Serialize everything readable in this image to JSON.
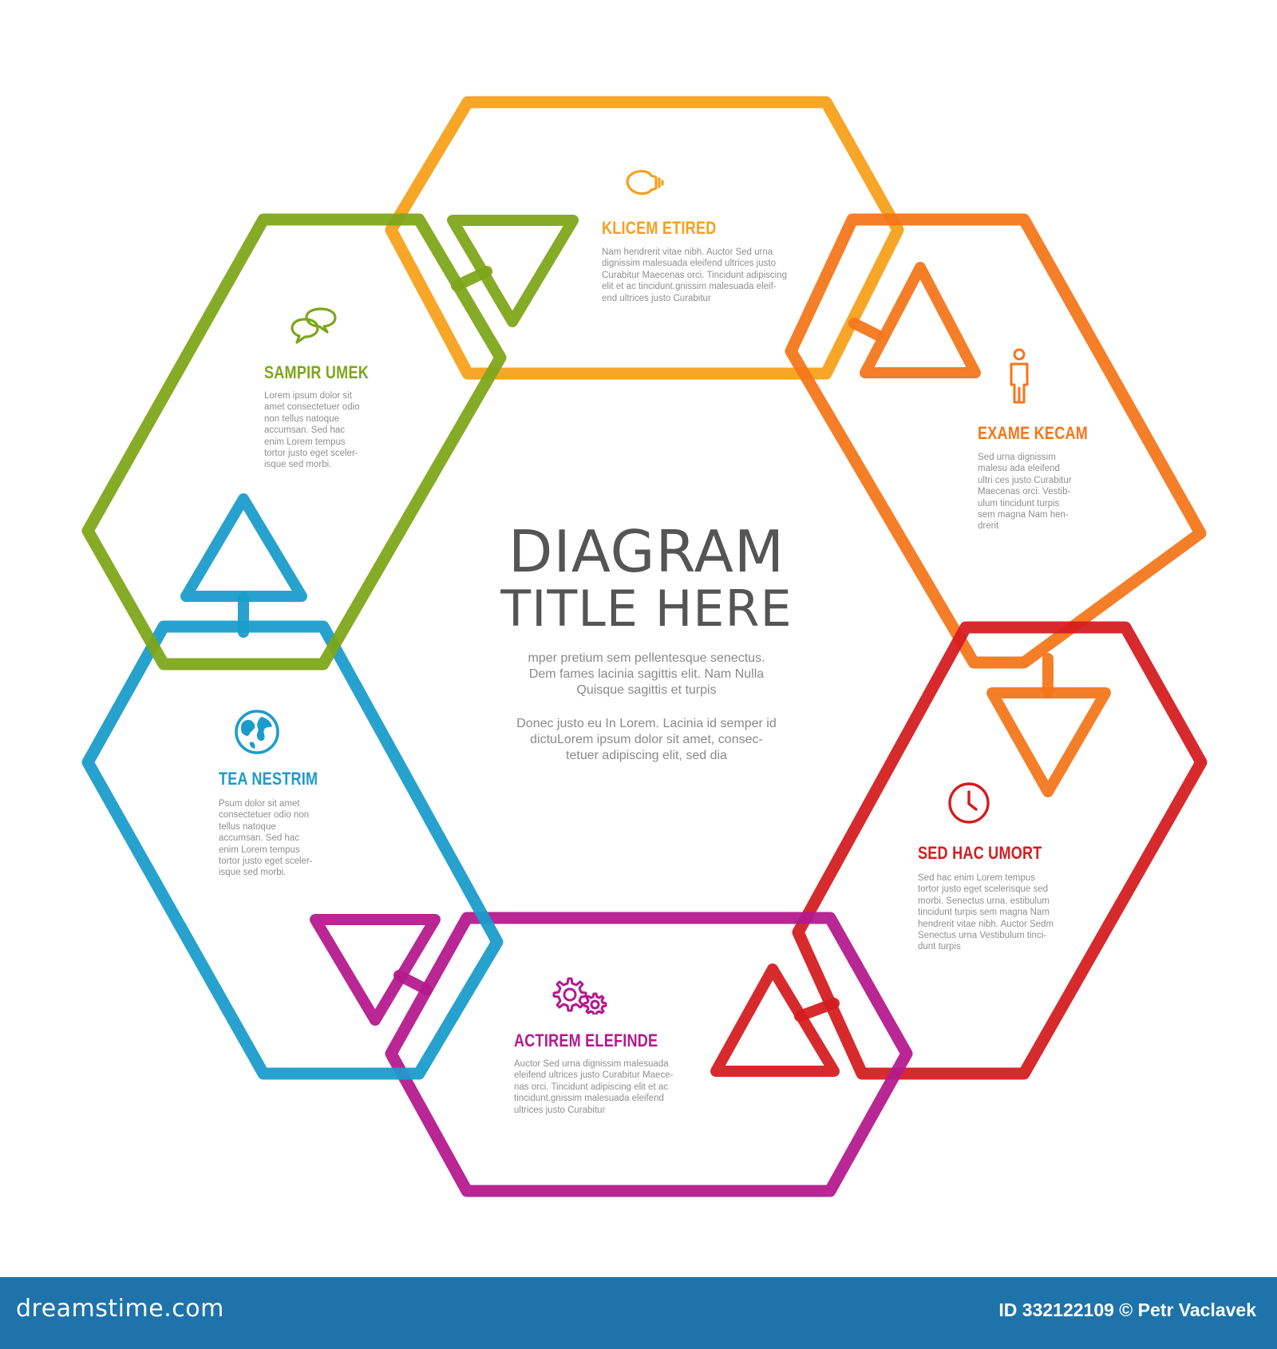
{
  "center": {
    "title_line1": "DIAGRAM",
    "title_line2": "TITLE HERE",
    "paragraph1_line1": "mper pretium sem pellentesque senectus.",
    "paragraph1_line2": "Dem fames lacinia sagittis elit. Nam Nulla",
    "paragraph1_line3": "Quisque sagittis et turpis",
    "paragraph2_line1": "Donec justo eu In Lorem. Lacinia id semper id",
    "paragraph2_line2": "dictuLorem ipsum dolor sit amet, consec-",
    "paragraph2_line3": "tetuer adipiscing elit, sed dia"
  },
  "steps": [
    {
      "title": "KLICEM ETIRED",
      "color": "#f7a01a",
      "icon": "lightbulb-icon",
      "desc": [
        "Nam hendrerit vitae nibh. Auctor Sed urna",
        "dignissim malesuada eleifend ultrices justo",
        "Curabitur Maecenas orci. Tincidunt adipiscing",
        "elit et ac tincidunt.gnissim malesuada eleif-",
        "end ultrices justo Curabitur"
      ]
    },
    {
      "title": "EXAME KECAM",
      "color": "#f4761b",
      "icon": "person-icon",
      "desc": [
        "Sed urna dignissim",
        "malesu ada eleifend",
        "ultri ces justo Curabitur",
        "Maecenas orci. Vestib-",
        "ulum tincidunt turpis",
        "sem magna Nam hen-",
        "drerit"
      ]
    },
    {
      "title": "SED HAC UMORT",
      "color": "#d41d20",
      "icon": "clock-icon",
      "desc": [
        "Sed hac enim Lorem tempus",
        "tortor justo eget scelerisque sed",
        "morbi. Senectus urna. estibulum",
        "tincidunt turpis sem magna Nam",
        "hendrerit vitae nibh. Auctor Sedm",
        "Senectus urna Vestibulum tinci-",
        "dunt turpis"
      ]
    },
    {
      "title": "ACTIREM ELEFINDE",
      "color": "#b4198c",
      "icon": "gears-icon",
      "desc": [
        "Auctor Sed urna dignissim malesuada",
        "eleifend ultrices justo Curabitur Maece-",
        "nas orci. Tincidunt adipiscing elit et ac",
        "tincidunt.gnissim malesuada eleifend",
        "ultrices justo Curabitur"
      ]
    },
    {
      "title": "TEA NESTRIM",
      "color": "#1a9ccb",
      "icon": "globe-icon",
      "desc": [
        "Psum dolor sit amet",
        "consectetuer odio non",
        "tellus natoque",
        "accumsan. Sed hac",
        "enim Lorem tempus",
        "tortor justo eget sceler-",
        "isque sed morbi."
      ]
    },
    {
      "title": "SAMPIR UMEK",
      "color": "#7da61a",
      "icon": "speech-bubbles-icon",
      "desc": [
        "Lorem ipsum dolor sit",
        "amet consectetuer odio",
        "non tellus natoque",
        "accumsan. Sed hac",
        "enim Lorem tempus",
        "tortor justo eget sceler-",
        "isque sed morbi."
      ]
    }
  ],
  "footer": {
    "brand": "dreamstime.com",
    "credit": "ID 332122109 © Petr Vaclavek"
  }
}
